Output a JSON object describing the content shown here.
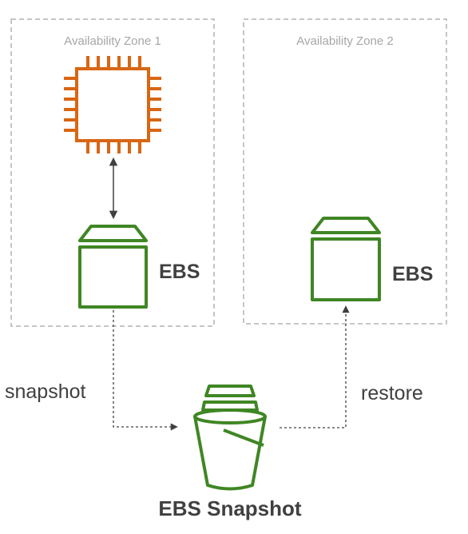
{
  "zones": [
    {
      "label": "Availability Zone 1"
    },
    {
      "label": "Availability Zone 2"
    }
  ],
  "volumes": [
    {
      "label": "EBS"
    },
    {
      "label": "EBS"
    }
  ],
  "edges": {
    "snapshot_label": "snapshot",
    "restore_label": "restore"
  },
  "snapshot": {
    "label": "EBS Snapshot"
  },
  "colors": {
    "compute_orange": "#d86613",
    "storage_green": "#3f8624",
    "zone_border": "#b3b3b3",
    "text_dark": "#404040",
    "text_light": "#a6a6a6"
  },
  "icons": {
    "compute": "ec2-chip-icon",
    "volume": "ebs-volume-icon",
    "snapshot": "s3-bucket-icon"
  }
}
